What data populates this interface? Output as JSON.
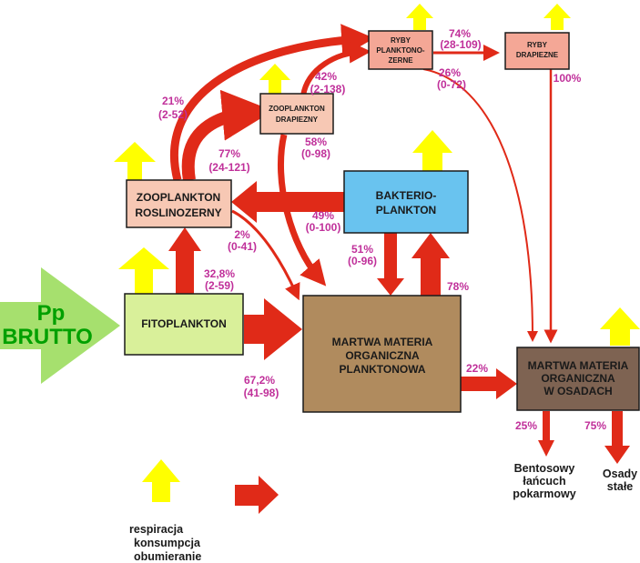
{
  "pp": {
    "line1": "Pp",
    "line2": "BRUTTO"
  },
  "boxes": {
    "fitoplankton": {
      "label": "FITOPLANKTON",
      "color": "#d9f09a"
    },
    "zoo_rosl": {
      "line1": "ZOOPLANKTON",
      "line2": "ROSLINOZERNY",
      "color": "#f7c8b4"
    },
    "zoo_drap": {
      "line1": "ZOOPLANKTON",
      "line2": "DRAPIEZNY",
      "color": "#f7c8b4"
    },
    "ryby_plank": {
      "line1": "RYBY",
      "line2": "PLANKTONO-",
      "line3": "ZERNE",
      "color": "#f4a796"
    },
    "ryby_drap": {
      "line1": "RYBY",
      "line2": "DRAPIEZNE",
      "color": "#f4a796"
    },
    "bakterio": {
      "line1": "BAKTERIO-",
      "line2": "PLANKTON",
      "color": "#69c3ef"
    },
    "martwa_plank": {
      "line1": "MARTWA MATERIA",
      "line2": "ORGANICZNA",
      "line3": "PLANKTONOWA",
      "color": "#b08b5e"
    },
    "martwa_osad": {
      "line1": "MARTWA MATERIA",
      "line2": "ORGANICZNA",
      "line3": "W OSADACH",
      "color": "#7e6352"
    }
  },
  "flows": {
    "fito_zoo": {
      "pct": "32,8%",
      "range": "(2-59)"
    },
    "fito_martwa": {
      "pct": "67,2%",
      "range": "(41-98)"
    },
    "zoo_ryby": {
      "pct": "21%",
      "range": "(2-52)"
    },
    "zoo_zoodrap": {
      "pct": "77%",
      "range": "(24-121)"
    },
    "zoo_martwa": {
      "pct": "2%",
      "range": "(0-41)"
    },
    "zoodrap_ryby": {
      "pct": "42%",
      "range": "(2-138)"
    },
    "zoodrap_martwa": {
      "pct": "58%",
      "range": "(0-98)"
    },
    "ryby_rybydrap": {
      "pct": "74%",
      "range": "(28-109)"
    },
    "ryby_osad": {
      "pct": "26%",
      "range": "(0-72)"
    },
    "rybydrap_osad": {
      "pct": "100%"
    },
    "bakt_zoo": {
      "pct": "49%",
      "range": "(0-100)"
    },
    "martwa_bakt": {
      "pct": "51%",
      "range": "(0-96)"
    },
    "bakt_martwa": {
      "pct": "78%"
    },
    "martwa_osad": {
      "pct": "22%"
    },
    "osad_bentos": {
      "pct": "25%"
    },
    "osad_stale": {
      "pct": "75%"
    }
  },
  "outputs": {
    "bentos": {
      "line1": "Bentosowy",
      "line2": "łańcuch",
      "line3": "pokarmowy"
    },
    "osady": {
      "line1": "Osady",
      "line2": "stałe"
    }
  },
  "legend": {
    "respiracja": "respiracja",
    "konsumpcja": "konsumpcja",
    "obumieranie": "obumieranie"
  },
  "colors": {
    "flow_arrow": "#e02a18",
    "respiration_arrow": "#ffff00",
    "pp_arrow": "#a6e06e",
    "percent_text": "#c0309a"
  }
}
